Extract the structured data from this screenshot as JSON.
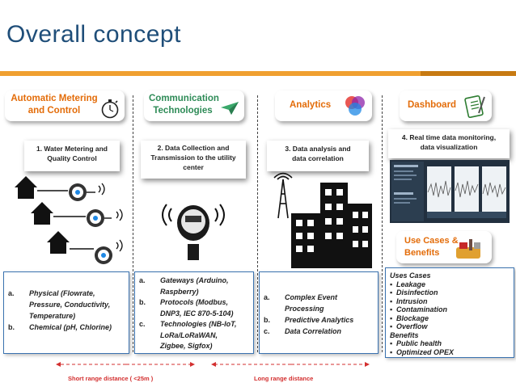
{
  "title": "Overall concept",
  "headers": {
    "metering": {
      "line1": "Automatic Metering",
      "line2": "and Control"
    },
    "communication": {
      "line1": "Communication",
      "line2": "Technologies"
    },
    "analytics": "Analytics",
    "dashboard": "Dashboard"
  },
  "steps": {
    "s1": [
      "1. Water Metering and",
      "Quality Control"
    ],
    "s2": [
      "2. Data Collection and",
      "Transmission to the utility",
      "center"
    ],
    "s3": [
      "3. Data analysis and",
      "data correlation"
    ],
    "s4": [
      "4. Real time data monitoring,",
      "data visualization"
    ]
  },
  "use_cases_label": {
    "line1": "Use Cases &",
    "line2": "Benefits"
  },
  "box1": [
    {
      "marker": "a.",
      "lines": [
        "Physical (Flowrate,",
        "Pressure, Conductivity,",
        "Temperature)"
      ]
    },
    {
      "marker": "b.",
      "lines": [
        "Chemical (pH, Chlorine)"
      ]
    }
  ],
  "box2": [
    {
      "marker": "a.",
      "lines": [
        "Gateways (Arduino,",
        "Raspberry)"
      ]
    },
    {
      "marker": "b.",
      "lines": [
        "Protocols (Modbus,",
        "DNP3, IEC 870-5-104)"
      ]
    },
    {
      "marker": "c.",
      "lines": [
        "Technologies (NB-IoT,",
        "LoRa/LoRaWAN,",
        "Zigbee, Sigfox)"
      ]
    }
  ],
  "box3": [
    {
      "marker": "a.",
      "lines": [
        "Complex Event",
        "Processing"
      ]
    },
    {
      "marker": "b.",
      "lines": [
        "Predictive Analytics"
      ]
    },
    {
      "marker": "c.",
      "lines": [
        "Data Correlation"
      ]
    }
  ],
  "box4": {
    "uses_heading": "Uses Cases",
    "uses": [
      "Leakage",
      "Disinfection",
      "Intrusion",
      "Contamination",
      "Blockage",
      "Overflow"
    ],
    "benefits_heading": "Benefits",
    "benefits": [
      "Public health",
      "Optimized OPEX"
    ]
  },
  "distances": {
    "short": "Short range distance ( <25m )",
    "long": "Long range distance"
  },
  "colors": {
    "accent": "#f0a030",
    "title": "#1f4e79",
    "box_border": "#3a72b0",
    "distance": "#d32f2f"
  }
}
